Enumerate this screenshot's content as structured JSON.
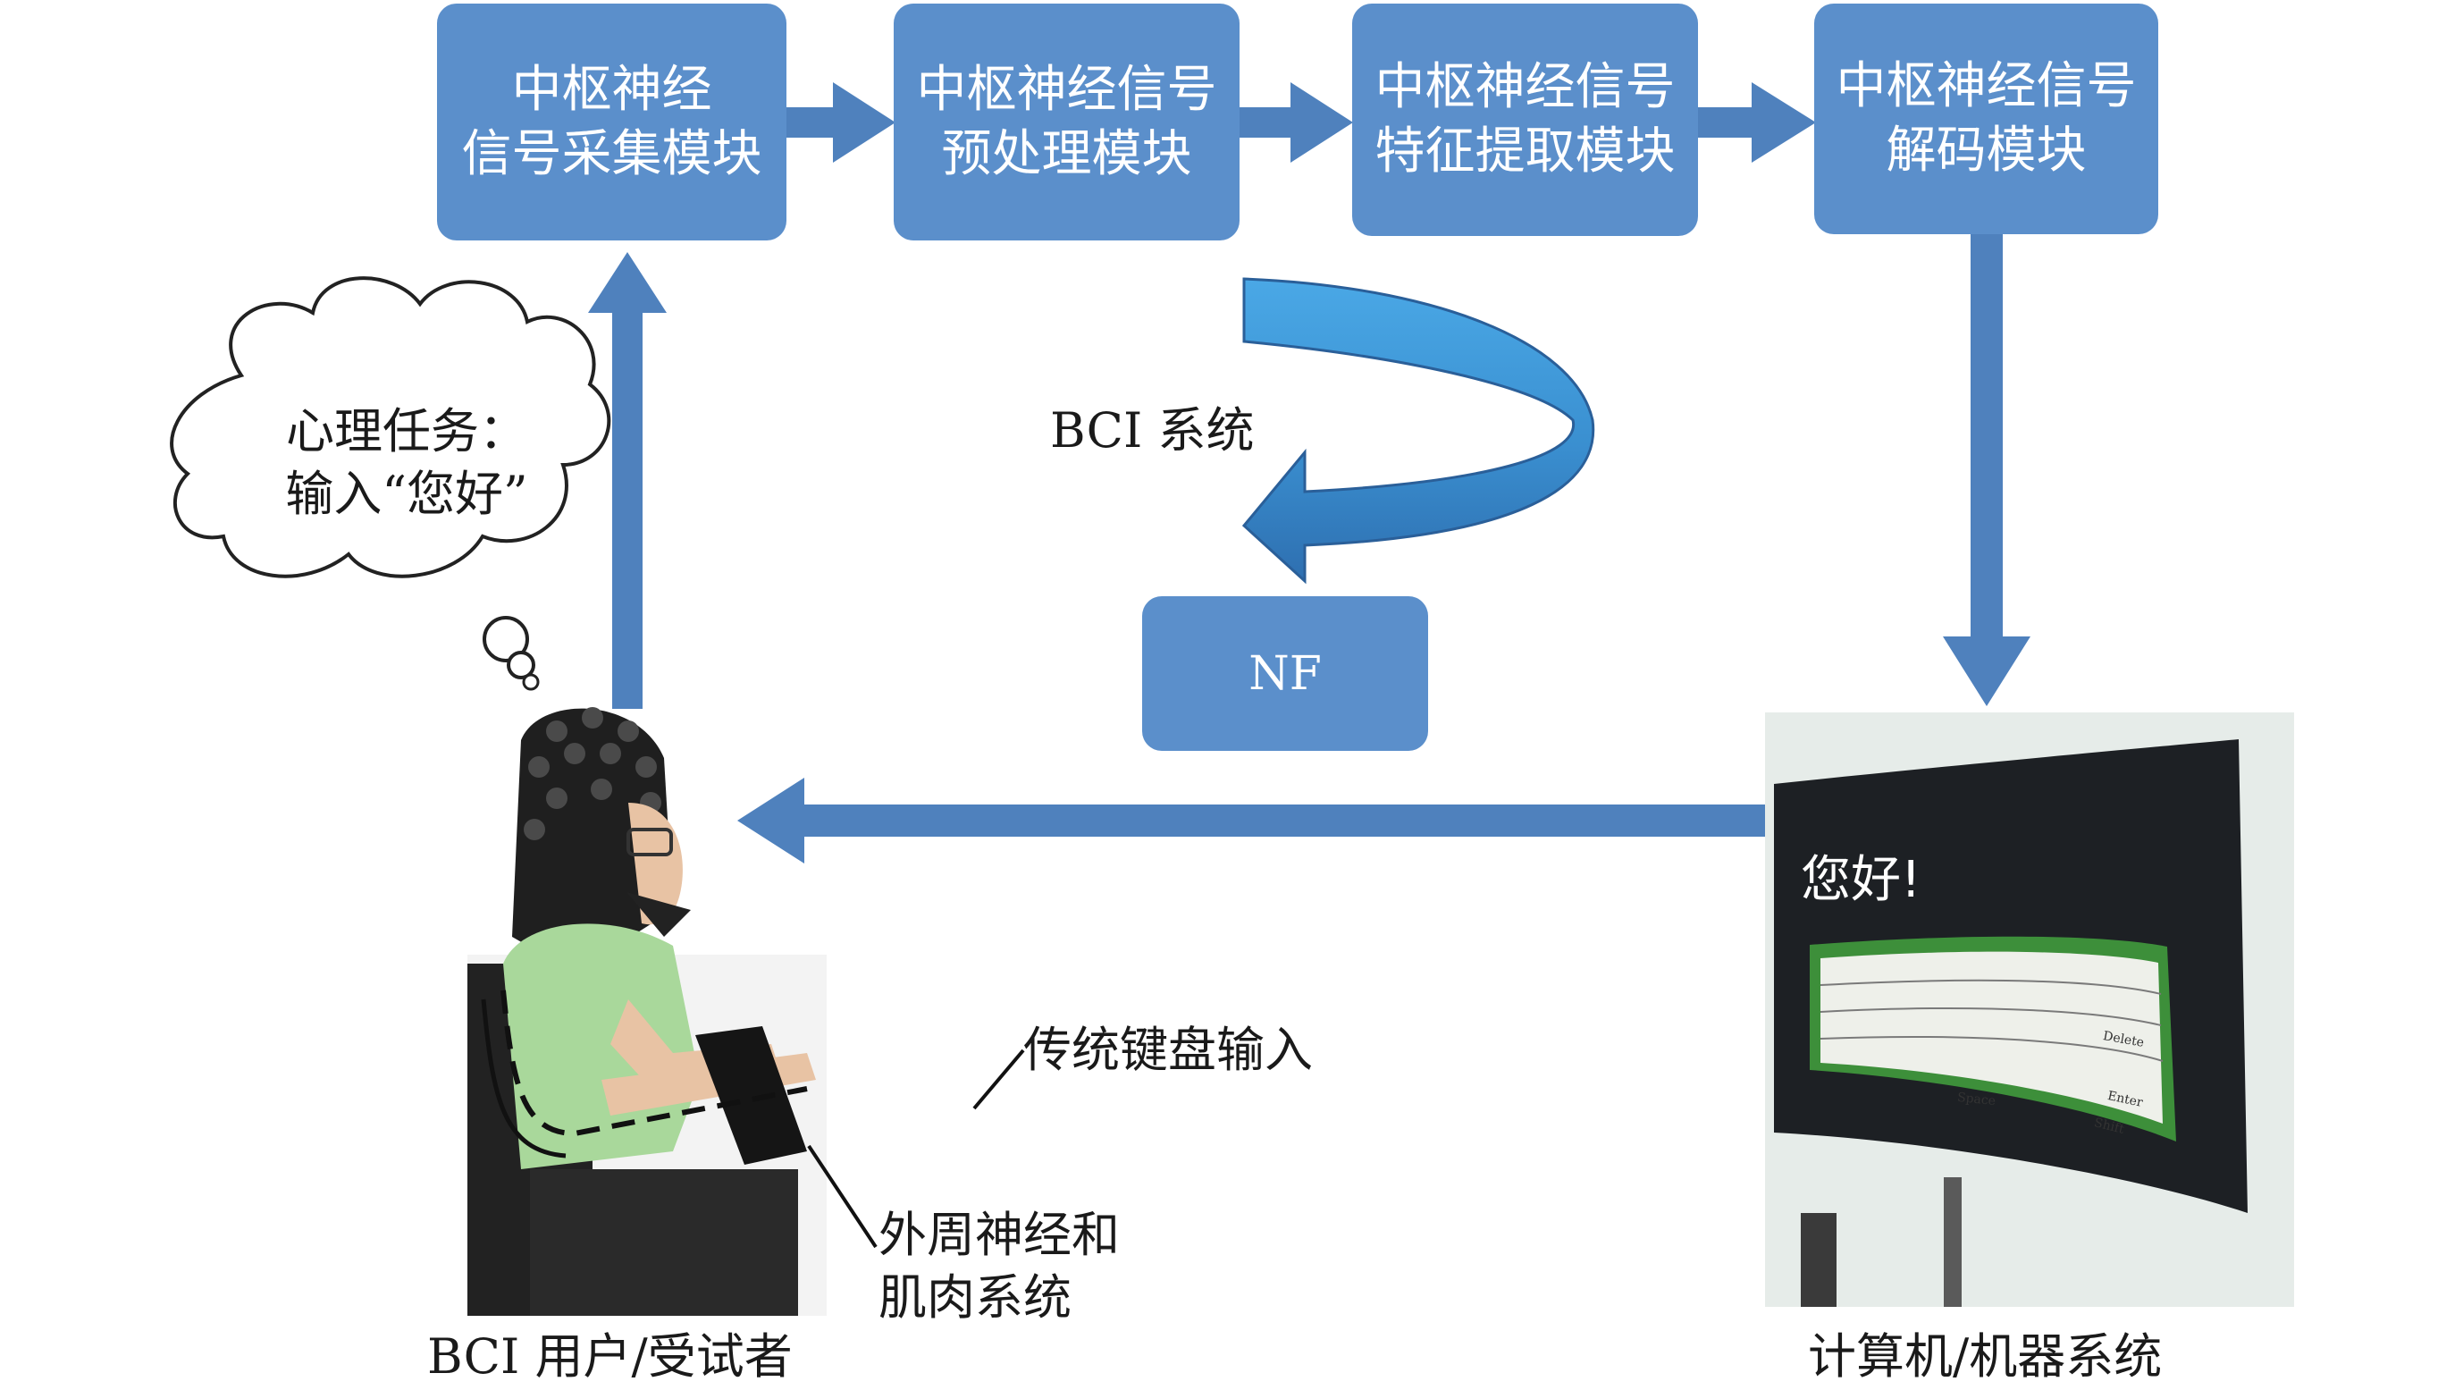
{
  "modules": [
    {
      "id": "acquisition",
      "label": "中枢神经\n信号采集模块"
    },
    {
      "id": "preprocessing",
      "label": "中枢神经信号\n预处理模块"
    },
    {
      "id": "feature",
      "label": "中枢神经信号\n特征提取模块"
    },
    {
      "id": "decoding",
      "label": "中枢神经信号\n解码模块"
    }
  ],
  "nf": {
    "label": "NF"
  },
  "bci_system_label": "BCI 系统",
  "thought_bubble": {
    "text": "心理任务：\n输入“您好”"
  },
  "labels": {
    "keyboard_input": "传统键盘输入",
    "peripheral": "外周神经和\n肌肉系统",
    "user": "BCI 用户/受试者",
    "computer": "计算机/机器系统"
  },
  "screen": {
    "greeting": "您好!"
  },
  "keyboard_keys": {
    "delete": "Delete",
    "enter": "Enter",
    "space": "Space",
    "shift": "Shift"
  },
  "colors": {
    "module_fill": "#5b8fcb",
    "arrow": "#4f81bd",
    "curved_arrow_light": "#4aa3df",
    "curved_arrow_dark": "#2e75b6"
  }
}
